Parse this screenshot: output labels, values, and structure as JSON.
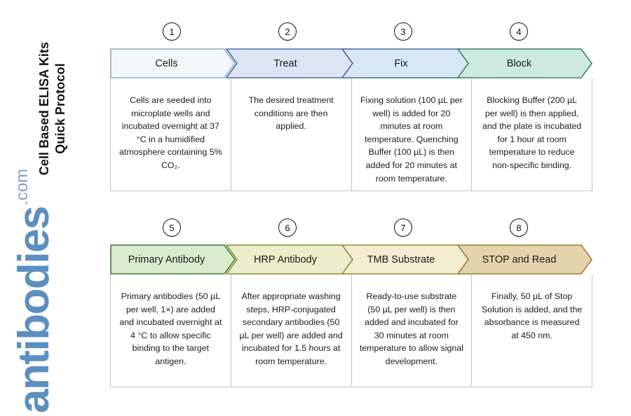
{
  "title": {
    "line1": "Cell Based ELISA Kits",
    "line2": "Quick Protocol"
  },
  "watermark": {
    "name": "antibodies",
    "tld": ".com",
    "color": "#5b8fc0"
  },
  "flow": {
    "rows": [
      {
        "steps": [
          {
            "number": "1",
            "label": "Cells",
            "fill": "#f3f7fb",
            "stroke": "#8fa9c4",
            "body": "Cells are seeded into microplate wells and incubated overnight at 37 °C in a humidified atmosphere containing 5% CO₂."
          },
          {
            "number": "2",
            "label": "Treat",
            "fill": "#dde5f5",
            "stroke": "#4a6fa5",
            "body": "The desired treatment conditions are then applied."
          },
          {
            "number": "3",
            "label": "Fix",
            "fill": "#d7e7f5",
            "stroke": "#3f6d96",
            "body": "Fixing solution (100 µL per well) is added for 20 minutes at room temperature. Quenching Buffer (100 µL) is then added for 20 minutes at room temperature."
          },
          {
            "number": "4",
            "label": "Block",
            "fill": "#cdeae0",
            "stroke": "#3f7d6e",
            "body": "Blocking Buffer (200 µL per well) is then applied, and the plate is incubated for 1 hour at room temperature to reduce non-specific binding."
          }
        ]
      },
      {
        "steps": [
          {
            "number": "5",
            "label": "Primary Antibody",
            "fill": "#d9eccd",
            "stroke": "#3f7a31",
            "body": "Primary antibodies (50 µL per well, 1×) are added and incubated overnight at 4 °C to allow specific binding to the target antigen."
          },
          {
            "number": "6",
            "label": "HRP Antibody",
            "fill": "#eaeecb",
            "stroke": "#8a8a2a",
            "body": "After appropriate washing steps, HRP-conjugated secondary antibodies (50 µL per well) are added and incubated for 1.5 hours at room temperature."
          },
          {
            "number": "7",
            "label": "TMB Substrate",
            "fill": "#f3eed2",
            "stroke": "#9a8539",
            "body": "Ready-to-use substrate (50 µL per well) is then added and incubated for 30 minutes at room temperature to allow signal development."
          },
          {
            "number": "8",
            "label": "STOP and Read",
            "fill": "#e5d3ac",
            "stroke": "#9a7b3c",
            "body": "Finally, 50 µL of Stop Solution is added, and the absorbance is measured at 450 nm."
          }
        ]
      }
    ]
  }
}
